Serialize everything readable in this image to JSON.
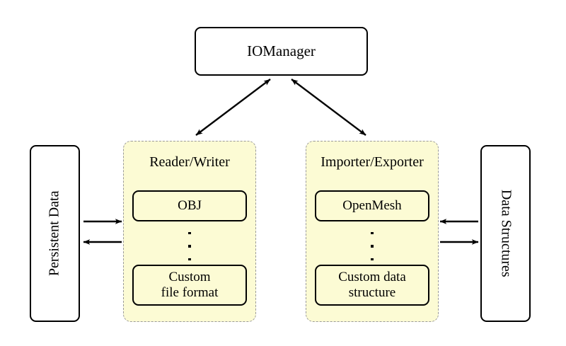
{
  "diagram": {
    "title": "IOManager architecture diagram",
    "colors": {
      "group_fill": "#fcfbd4",
      "group_border": "#9a9a9a",
      "node_border": "#000000",
      "node_fill": "#ffffff",
      "arrow": "#000000",
      "background": "#ffffff"
    },
    "manager": {
      "label": "IOManager"
    },
    "left_endpoint": {
      "label": "Persistent Data",
      "orientation": "vertical-ccw"
    },
    "right_endpoint": {
      "label": "Data Structures",
      "orientation": "vertical-cw"
    },
    "groups": [
      {
        "id": "reader-writer",
        "title": "Reader/Writer",
        "items": [
          {
            "label": "OBJ"
          },
          {
            "label": "Custom\nfile format",
            "line1": "Custom",
            "line2": "file format"
          }
        ],
        "ellipsis": "⋮"
      },
      {
        "id": "importer-exporter",
        "title": "Importer/Exporter",
        "items": [
          {
            "label": "OpenMesh"
          },
          {
            "label": "Custom data\nstructure",
            "line1": "Custom data",
            "line2": "structure"
          }
        ],
        "ellipsis": "⋮"
      }
    ],
    "connections": [
      {
        "id": "manager-to-readerwriter",
        "from": "IOManager",
        "to": "Reader/Writer",
        "style": "double-headed"
      },
      {
        "id": "manager-to-importerexporter",
        "from": "IOManager",
        "to": "Importer/Exporter",
        "style": "double-headed"
      },
      {
        "id": "persistent-to-readerwriter",
        "from": "Persistent Data",
        "to": "Reader/Writer",
        "style": "single-headed-right"
      },
      {
        "id": "readerwriter-to-persistent",
        "from": "Reader/Writer",
        "to": "Persistent Data",
        "style": "single-headed-left"
      },
      {
        "id": "datastructures-to-importerexporter",
        "from": "Data Structures",
        "to": "Importer/Exporter",
        "style": "single-headed-left"
      },
      {
        "id": "importerexporter-to-datastructures",
        "from": "Importer/Exporter",
        "to": "Data Structures",
        "style": "single-headed-right"
      }
    ]
  }
}
